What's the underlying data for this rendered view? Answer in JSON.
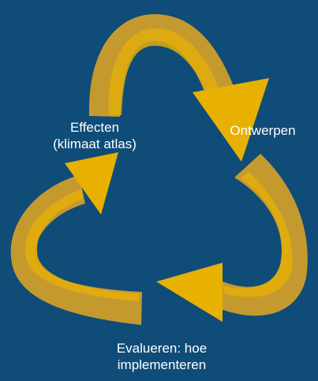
{
  "diagram": {
    "type": "cycle",
    "colors": {
      "background": "#0f4c78",
      "arrow_face": "#e8b000",
      "arrow_shade": "#c9a23a",
      "text": "#ffffff"
    },
    "stages": [
      {
        "line1": "Effecten",
        "line2": "(klimaat atlas)"
      },
      {
        "line1": "Ontwerpen"
      },
      {
        "line1": "Evalueren: hoe",
        "line2": "implementeren"
      }
    ]
  }
}
